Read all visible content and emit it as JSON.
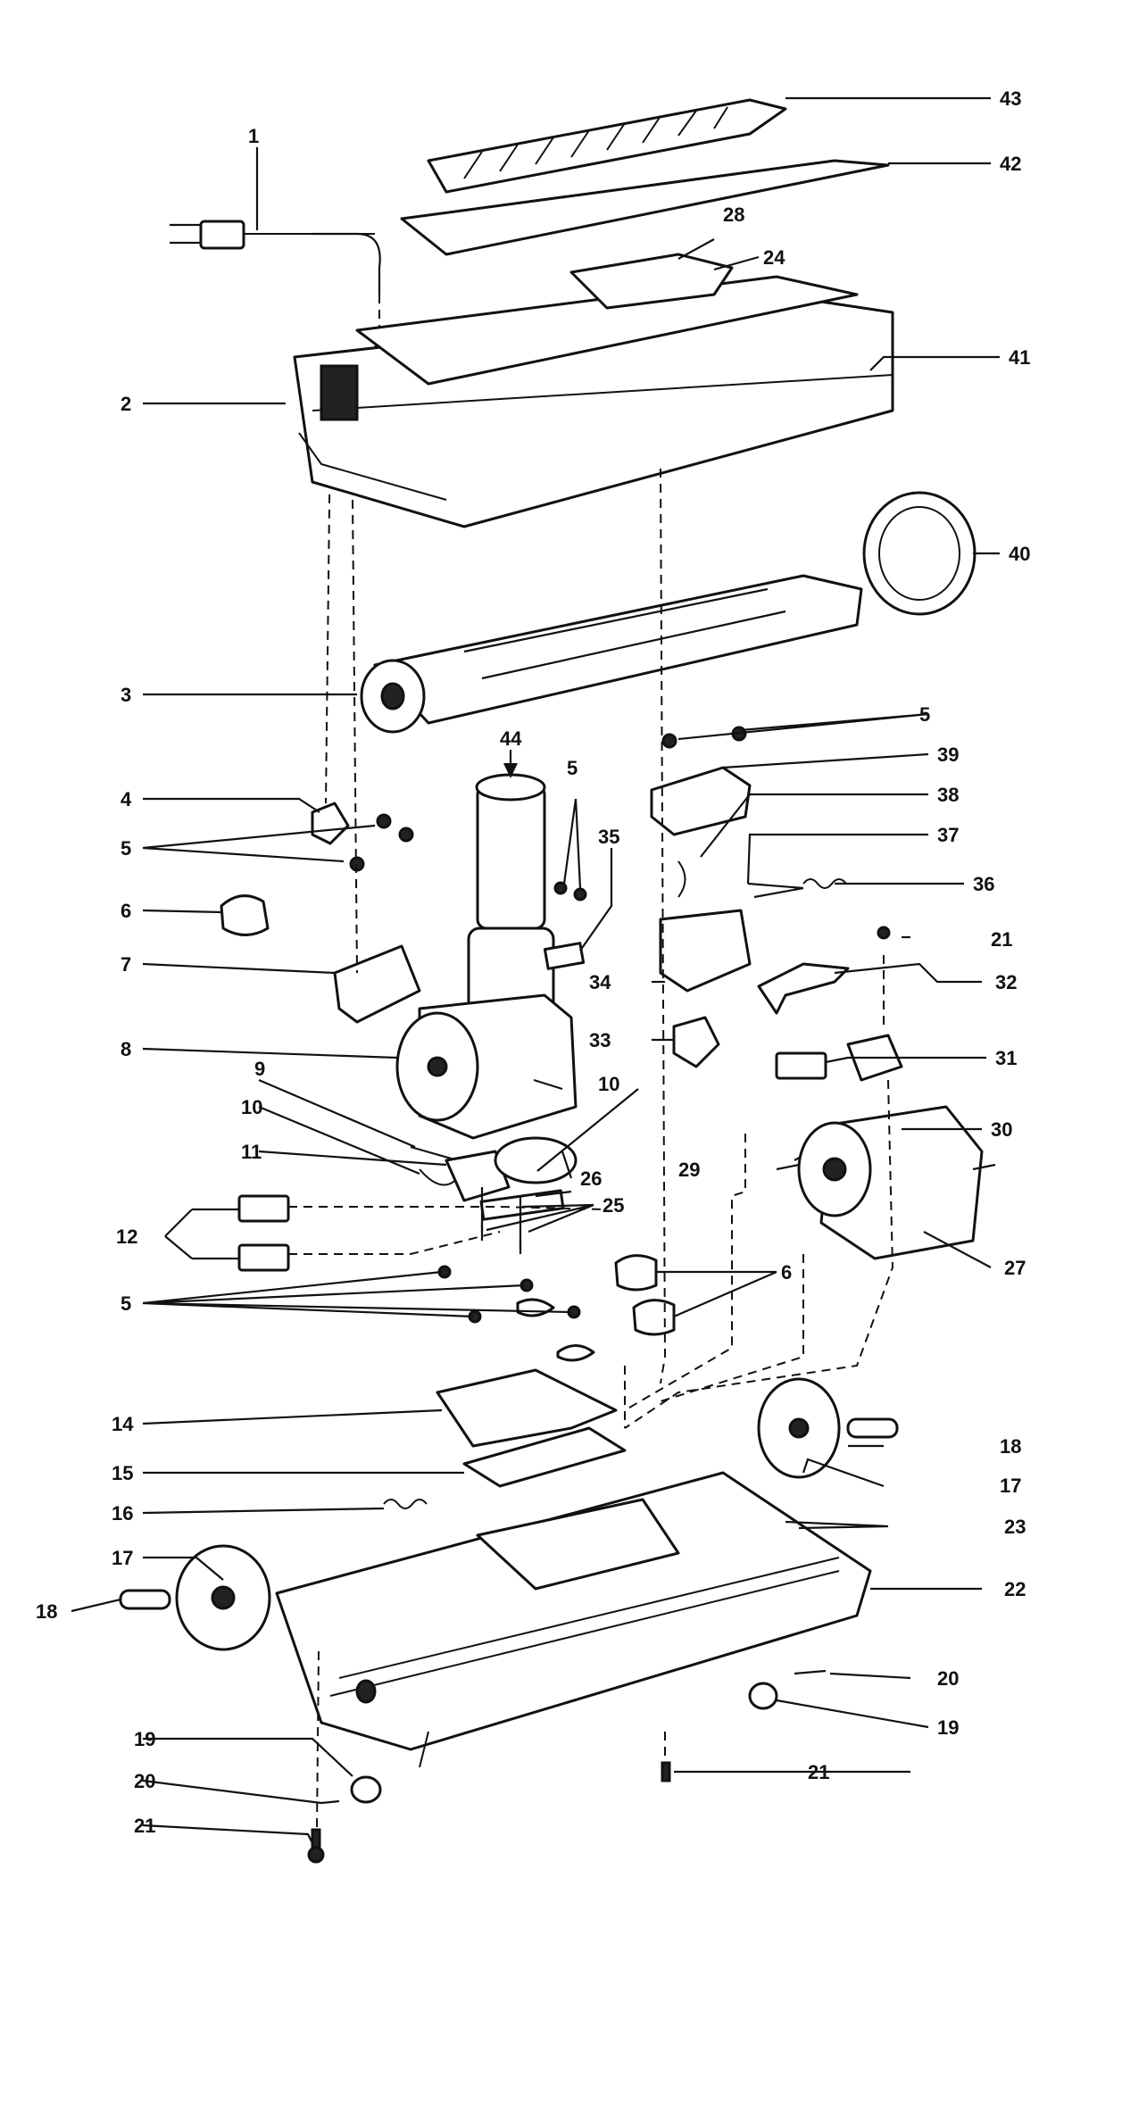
{
  "diagram": {
    "callouts": [
      "1",
      "2",
      "3",
      "4",
      "5",
      "5",
      "5",
      "5",
      "6",
      "6",
      "7",
      "8",
      "9",
      "10",
      "10",
      "11",
      "12",
      "14",
      "15",
      "16",
      "17",
      "17",
      "18",
      "18",
      "19",
      "19",
      "20",
      "20",
      "21",
      "21",
      "21",
      "22",
      "23",
      "24",
      "25",
      "26",
      "27",
      "28",
      "29",
      "30",
      "31",
      "32",
      "33",
      "34",
      "35",
      "36",
      "37",
      "38",
      "39",
      "40",
      "41",
      "42",
      "43",
      "44"
    ]
  }
}
